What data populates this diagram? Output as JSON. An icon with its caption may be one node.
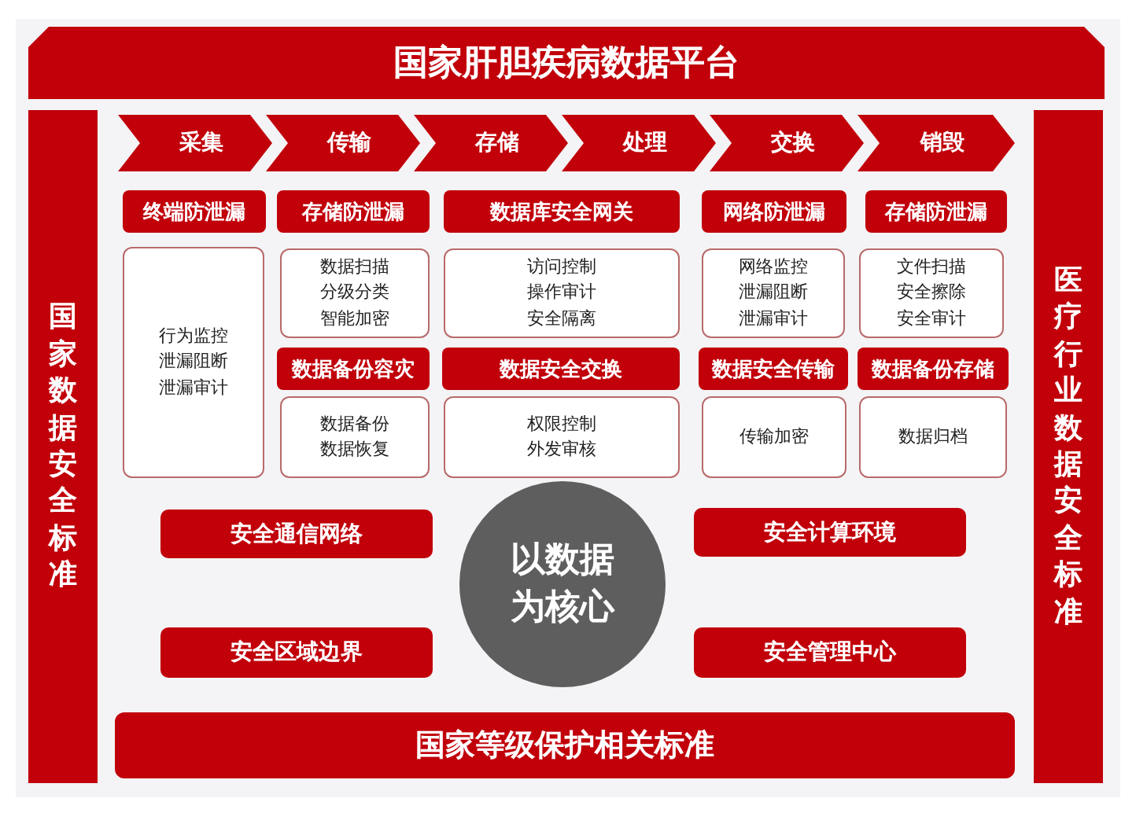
{
  "diagram": {
    "nodes": [
      {
        "text": [
          "国家肝胆疾病数据平台"
        ]
      },
      {
        "text": [
          "国家数据安全标准"
        ]
      },
      {
        "text": [
          "医疗行业数据安全标准"
        ]
      },
      {
        "text": [
          "采集"
        ]
      },
      {
        "text": [
          "传输"
        ]
      },
      {
        "text": [
          "存储"
        ]
      },
      {
        "text": [
          "处理"
        ]
      },
      {
        "text": [
          "交换"
        ]
      },
      {
        "text": [
          "销毁"
        ]
      },
      {
        "text": [
          "终端防泄漏"
        ]
      },
      {
        "text": [
          "行为监控",
          "泄漏阻断",
          "泄漏审计"
        ]
      },
      {
        "text": [
          "存储防泄漏"
        ]
      },
      {
        "text": [
          "数据扫描",
          "分级分类",
          "智能加密"
        ]
      },
      {
        "text": [
          "数据备份容灾"
        ]
      },
      {
        "text": [
          "数据备份",
          "数据恢复"
        ]
      },
      {
        "text": [
          "数据库安全网关"
        ]
      },
      {
        "text": [
          "访问控制",
          "操作审计",
          "安全隔离"
        ]
      },
      {
        "text": [
          "数据安全交换"
        ]
      },
      {
        "text": [
          "权限控制",
          "外发审核"
        ]
      },
      {
        "text": [
          "网络防泄漏"
        ]
      },
      {
        "text": [
          "网络监控",
          "泄漏阻断",
          "泄漏审计"
        ]
      },
      {
        "text": [
          "数据安全传输"
        ]
      },
      {
        "text": [
          "传输加密"
        ]
      },
      {
        "text": [
          "存储防泄漏"
        ]
      },
      {
        "text": [
          "文件扫描",
          "安全擦除",
          "安全审计"
        ]
      },
      {
        "text": [
          "数据备份存储"
        ]
      },
      {
        "text": [
          "数据归档"
        ]
      },
      {
        "text": [
          "安全通信网络"
        ]
      },
      {
        "text": [
          "安全计算环境"
        ]
      },
      {
        "text": [
          "以数据为核心"
        ]
      },
      {
        "text": [
          "安全区域边界"
        ]
      },
      {
        "text": [
          "安全管理中心"
        ]
      },
      {
        "text": [
          "国家等级保护相关标准"
        ]
      }
    ]
  }
}
